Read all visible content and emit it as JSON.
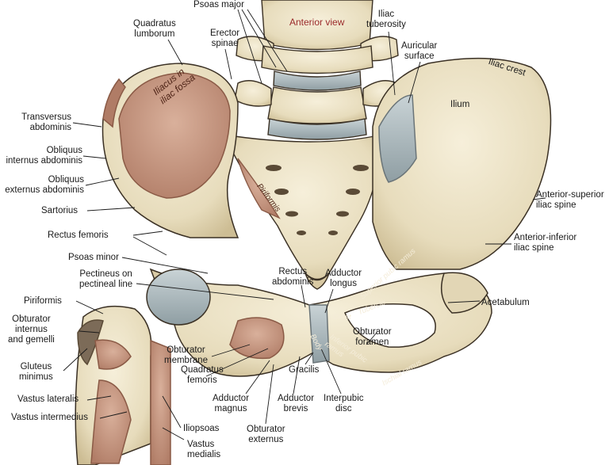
{
  "view_title": "Anterior view",
  "labels": {
    "psoas_major": "Psoas major",
    "quadratus_lumborum": [
      "Quadratus",
      "lumborum"
    ],
    "erector_spinae": [
      "Erector",
      "spinae"
    ],
    "iliac_tuberosity": [
      "Iliac",
      "tuberosity"
    ],
    "auricular_surface": [
      "Auricular",
      "surface"
    ],
    "iliac_crest": "Iliac crest",
    "ilium": "Ilium",
    "iliacus": [
      "Iliacus in",
      "iliac fossa"
    ],
    "transversus_abdominis": [
      "Transversus",
      "abdominis"
    ],
    "obliquus_internus": [
      "Obliquus",
      "internus abdominis"
    ],
    "obliquus_externus": [
      "Obliquus",
      "externus abdominis"
    ],
    "sartorius": "Sartorius",
    "piriformis_center": "Piriformis",
    "anterior_superior_iliac_spine": [
      "Anterior-superior",
      "iliac spine"
    ],
    "rectus_femoris": "Rectus femoris",
    "anterior_inferior_iliac_spine": [
      "Anterior-inferior",
      "iliac spine"
    ],
    "psoas_minor": "Psoas minor",
    "pectineus": [
      "Pectineus on",
      "pectineal line"
    ],
    "rectus_abdominis": [
      "Rectus",
      "abdominis"
    ],
    "adductor_longus": [
      "Adductor",
      "longus"
    ],
    "superior_pubic_ramus": "Superior pubic ramus",
    "tubercle": "Tubercle",
    "crest": "Crest",
    "body": "Body",
    "inferior_pubic_ramus": [
      "Inferior pubic",
      "ramus"
    ],
    "ischial_ramus": "Ischial ramus",
    "acetabulum": "Acetabulum",
    "piriformis_left": "Piriformis",
    "obturator_internus": [
      "Obturator",
      "internus",
      "and gemelli"
    ],
    "obturator_foramen": [
      "Obturator",
      "foramen"
    ],
    "obturator_membrane": [
      "Obturator",
      "membrane"
    ],
    "gluteus_minimus": [
      "Gluteus",
      "minimus"
    ],
    "quadratus_femoris": [
      "Quadratus",
      "femoris"
    ],
    "gracilis": "Gracilis",
    "vastus_lateralis": "Vastus lateralis",
    "adductor_magnus": [
      "Adductor",
      "magnus"
    ],
    "adductor_brevis": [
      "Adductor",
      "brevis"
    ],
    "interpubic_disc": [
      "Interpubic",
      "disc"
    ],
    "vastus_intermedius": "Vastus intermedius",
    "iliopsoas": "Iliopsoas",
    "obturator_externus": [
      "Obturator",
      "externus"
    ],
    "vastus_medialis": [
      "Vastus",
      "medialis"
    ]
  },
  "colors": {
    "bone": "#efe6cc",
    "bone_shade": "#d8c9a3",
    "muscle": "#c99a82",
    "muscle_dark": "#a8705a",
    "cartilage": "#b7c3c7",
    "outline": "#3a3024",
    "title": "#9b2b2b"
  }
}
